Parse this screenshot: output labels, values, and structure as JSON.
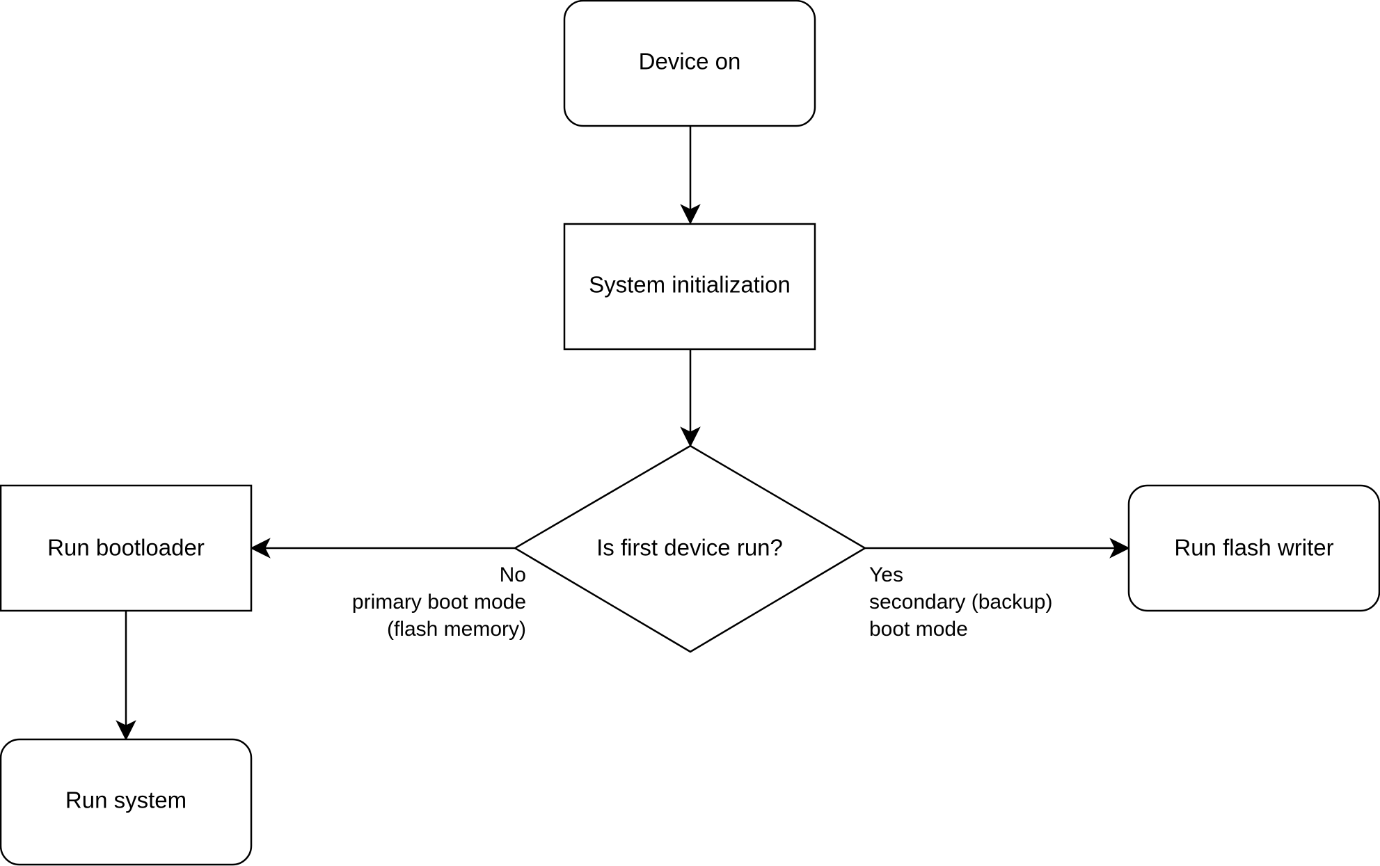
{
  "nodes": {
    "device_on": "Device on",
    "system_initialization": "System initialization",
    "decision": "Is first device run?",
    "run_bootloader": "Run bootloader",
    "run_system": "Run system",
    "run_flash_writer": "Run flash writer"
  },
  "edges": {
    "no_branch": {
      "line1": "No",
      "line2": "primary boot mode",
      "line3": "(flash memory)"
    },
    "yes_branch": {
      "line1": "Yes",
      "line2": "secondary (backup)",
      "line3": "boot mode"
    }
  },
  "colors": {
    "stroke": "#000000",
    "fill": "#ffffff",
    "background": "#ffffff"
  }
}
